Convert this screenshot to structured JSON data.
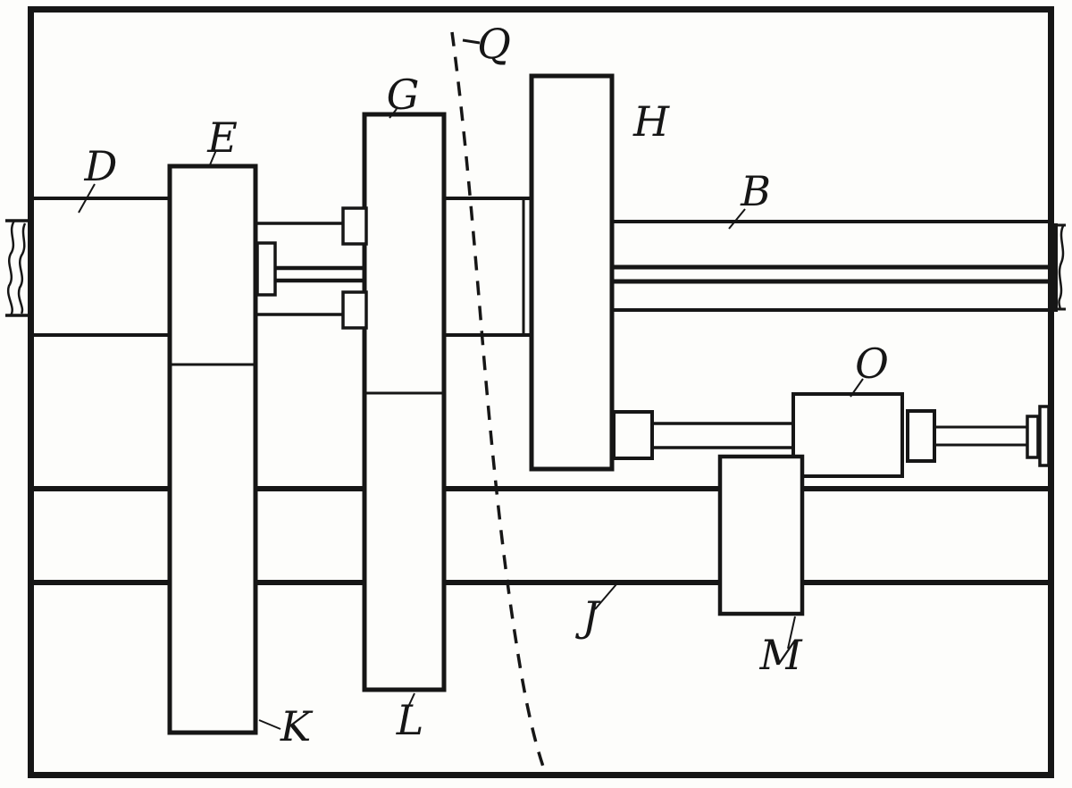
{
  "figure": {
    "kind": "mechanical patent-style line drawing",
    "labels": {
      "Q": "Q",
      "G": "G",
      "H": "H",
      "E": "E",
      "D": "D",
      "B": "B",
      "O": "O",
      "J": "J",
      "M": "M",
      "K": "K",
      "L": "L"
    },
    "colors": {
      "ink": "#161616",
      "paper": "#fdfdfb"
    }
  }
}
